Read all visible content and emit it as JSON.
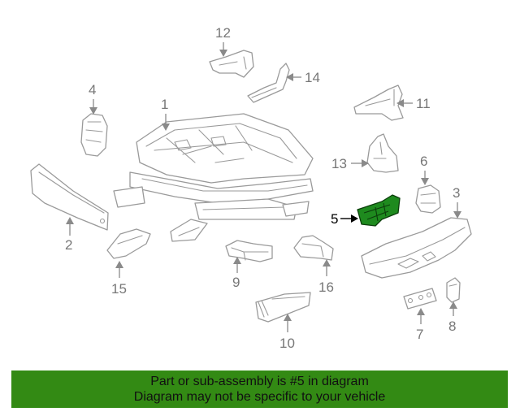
{
  "callouts": {
    "c1": "1",
    "c2": "2",
    "c3": "3",
    "c4": "4",
    "c5": "5",
    "c6": "6",
    "c7": "7",
    "c8": "8",
    "c9": "9",
    "c10": "10",
    "c11": "11",
    "c12": "12",
    "c13": "13",
    "c14": "14",
    "c15": "15",
    "c16": "16"
  },
  "highlight": {
    "callout": "5",
    "color": "#1e8a1e"
  },
  "banner": {
    "line1": "Part or sub-assembly is #5 in diagram",
    "line2": "Diagram may not be specific to your vehicle",
    "background": "#338a14"
  }
}
